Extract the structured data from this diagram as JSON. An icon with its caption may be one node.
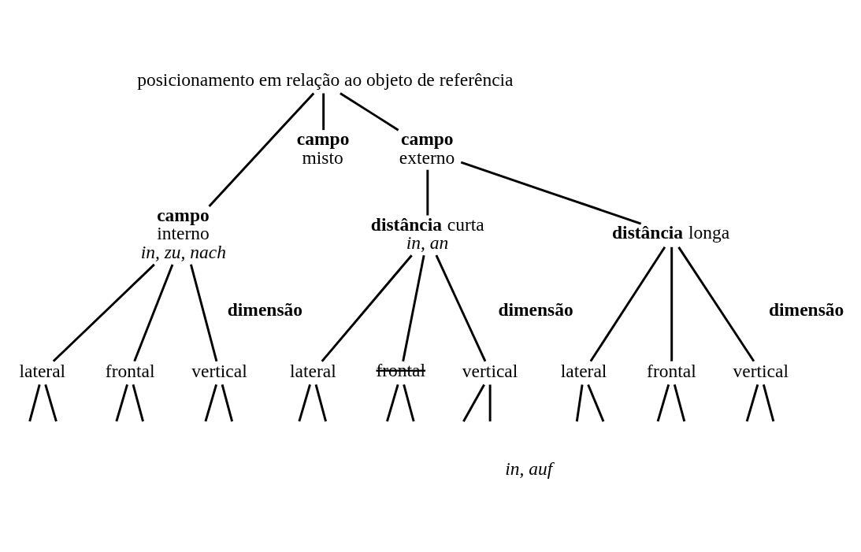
{
  "diagram": {
    "nodes": [
      {
        "text": [
          "posicionamento em relação ao objeto de referência"
        ]
      },
      {
        "text": [
          "**campo** interno",
          "in, zu, nach"
        ]
      },
      {
        "text": [
          "**campo** misto"
        ]
      },
      {
        "text": [
          "**campo** externo"
        ]
      },
      {
        "text": [
          "lateral"
        ]
      },
      {
        "text": [
          "frontal"
        ]
      },
      {
        "text": [
          "vertical"
        ]
      },
      {
        "text": [
          "**distância** curta",
          "in, an"
        ]
      },
      {
        "text": [
          "**distância** longa"
        ]
      },
      {
        "text": [
          "lateral"
        ]
      },
      {
        "text": [
          "frontal"
        ]
      },
      {
        "text": [
          "vertical"
        ]
      },
      {
        "text": [
          "lateral"
        ]
      },
      {
        "text": [
          "frontal"
        ]
      },
      {
        "text": [
          "vertical"
        ]
      }
    ],
    "edges": [
      {
        "from": 0,
        "to": 1,
        "arrow": "none"
      },
      {
        "from": 0,
        "to": 2,
        "arrow": "none"
      },
      {
        "from": 0,
        "to": 3,
        "arrow": "none"
      },
      {
        "from": 1,
        "to": 4,
        "arrow": "none"
      },
      {
        "from": 1,
        "to": 5,
        "arrow": "none"
      },
      {
        "from": 1,
        "to": 6,
        "arrow": "none"
      },
      {
        "from": 3,
        "to": 7,
        "arrow": "none"
      },
      {
        "from": 3,
        "to": 8,
        "arrow": "none"
      },
      {
        "from": 7,
        "to": 9,
        "arrow": "none"
      },
      {
        "from": 7,
        "to": 10,
        "arrow": "none"
      },
      {
        "from": 7,
        "to": 11,
        "arrow": "none"
      },
      {
        "from": 8,
        "to": 12,
        "arrow": "none"
      },
      {
        "from": 8,
        "to": 13,
        "arrow": "none"
      },
      {
        "from": 8,
        "to": 14,
        "arrow": "none"
      },
      {
        "from": 4,
        "to": null,
        "arrow": "none"
      },
      {
        "from": 4,
        "to": null,
        "arrow": "none"
      },
      {
        "from": 5,
        "to": null,
        "arrow": "none"
      },
      {
        "from": 5,
        "to": null,
        "arrow": "none"
      },
      {
        "from": 6,
        "to": null,
        "arrow": "none"
      },
      {
        "from": 6,
        "to": null,
        "arrow": "none"
      },
      {
        "from": 9,
        "to": null,
        "arrow": "none"
      },
      {
        "from": 9,
        "to": null,
        "arrow": "none"
      },
      {
        "from": 10,
        "to": null,
        "arrow": "none"
      },
      {
        "from": 10,
        "to": null,
        "arrow": "none"
      },
      {
        "from": 11,
        "to": null,
        "arrow": "none"
      },
      {
        "from": 11,
        "to": null,
        "arrow": "none"
      },
      {
        "from": 12,
        "to": null,
        "arrow": "none"
      },
      {
        "from": 12,
        "to": null,
        "arrow": "none"
      },
      {
        "from": 13,
        "to": null,
        "arrow": "none"
      },
      {
        "from": 13,
        "to": null,
        "arrow": "none"
      },
      {
        "from": 14,
        "to": null,
        "arrow": "none"
      },
      {
        "from": 14,
        "to": null,
        "arrow": "none"
      }
    ],
    "labels": [
      "dimensão",
      "dimensão",
      "in, auf",
      "dimensão"
    ]
  }
}
